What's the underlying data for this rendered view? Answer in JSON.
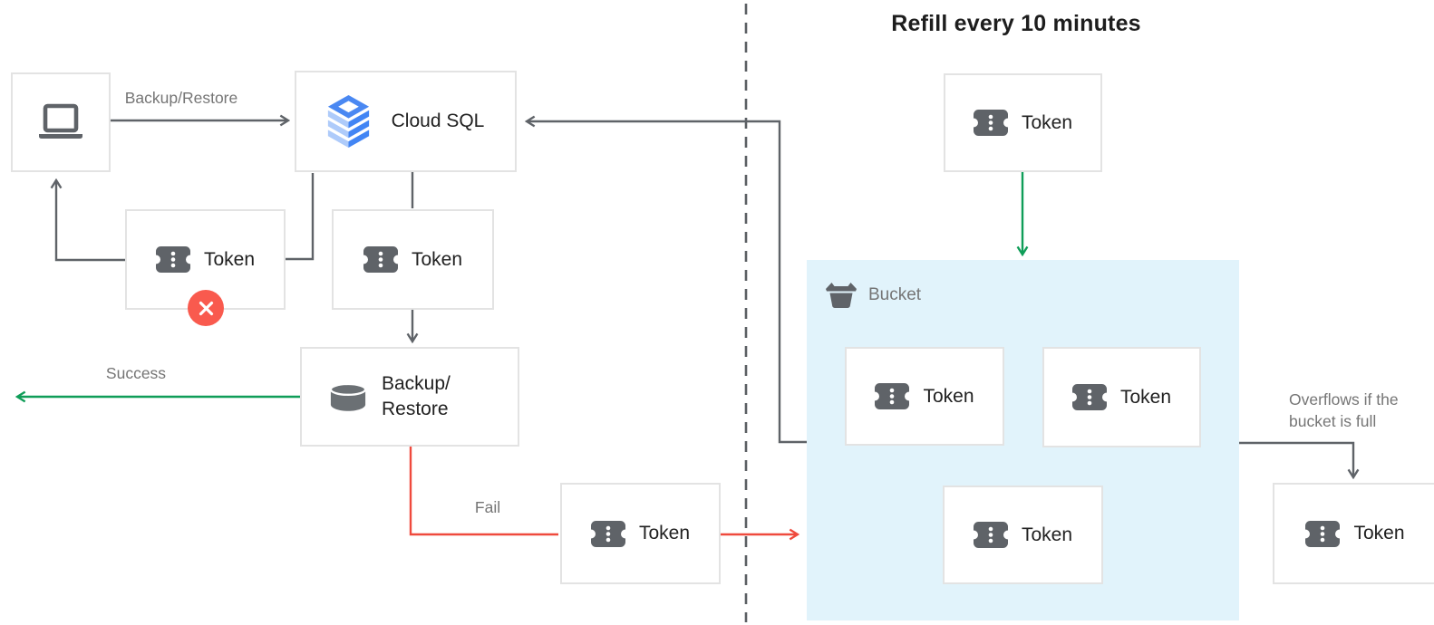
{
  "title": "Refill every 10 minutes",
  "labels": {
    "backup_restore_arrow": "Backup/Restore",
    "success": "Success",
    "fail": "Fail",
    "bucket": "Bucket",
    "overflow_line1": "Overflows if the",
    "overflow_line2": "bucket is full"
  },
  "nodes": {
    "cloud_sql": {
      "label": "Cloud SQL"
    },
    "backup_restore": {
      "label_line1": "Backup/",
      "label_line2": "Restore"
    }
  },
  "tokens": [
    {
      "id": "consumed-token",
      "label": "Token"
    },
    {
      "id": "cloud-sql-token",
      "label": "Token"
    },
    {
      "id": "fail-token",
      "label": "Token"
    },
    {
      "id": "refill-token",
      "label": "Token"
    },
    {
      "id": "bucket-token-1",
      "label": "Token"
    },
    {
      "id": "bucket-token-2",
      "label": "Token"
    },
    {
      "id": "bucket-token-3",
      "label": "Token"
    },
    {
      "id": "overflow-token",
      "label": "Token"
    }
  ],
  "colors": {
    "arrow_gray": "#5F6368",
    "success_green": "#0F9D58",
    "fail_red": "#EF4A3D",
    "error_badge_red": "#F95A4E",
    "bucket_fill": "#E1F3FB",
    "box_border": "#E3E3E3",
    "icon_gray": "#5F6368",
    "label_gray": "#757575",
    "text_dark": "#212121",
    "cloud_sql_blue": "#4285F4",
    "cloud_sql_light_blue": "#AECBFA"
  }
}
